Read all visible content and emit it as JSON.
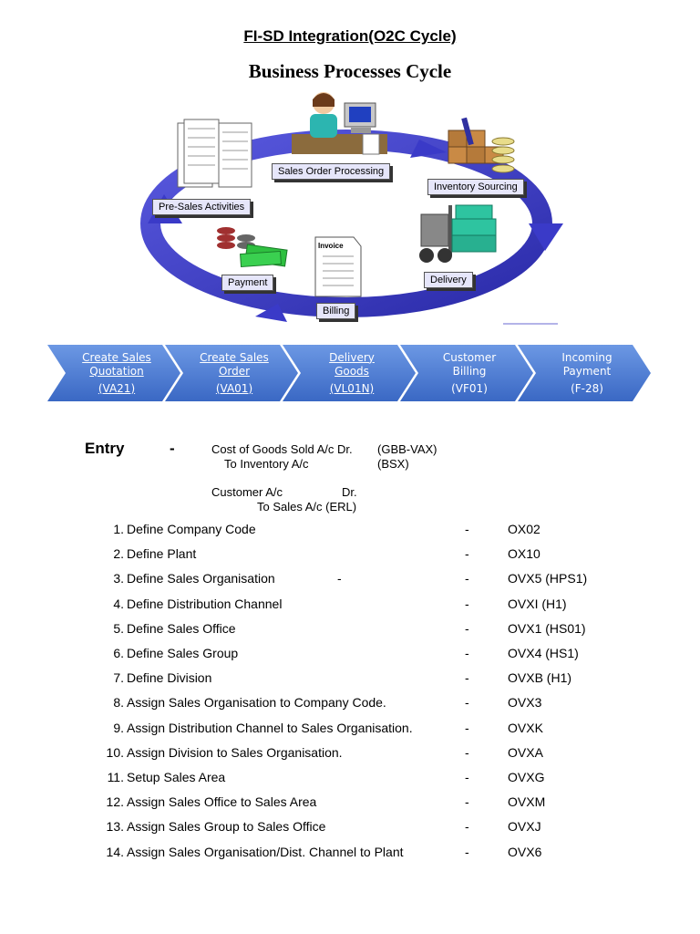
{
  "header": {
    "title": "FI-SD Integration(O2C Cycle)",
    "subtitle": "Business Processes Cycle"
  },
  "diagram": {
    "labels": {
      "sales_order_processing": "Sales Order Processing",
      "inventory_sourcing": "Inventory Sourcing",
      "pre_sales": "Pre-Sales Activities",
      "delivery": "Delivery",
      "payment": "Payment",
      "billing": "Billing",
      "invoice": "Invoice"
    },
    "colors": {
      "arrow": "#3a3ac8",
      "chevron": "#4f7fd4",
      "label_bg": "#e6e6fa"
    }
  },
  "process_flow": [
    {
      "line1": "Create Sales",
      "line2": "Quotation",
      "code": "(VA21)"
    },
    {
      "line1": "Create Sales",
      "line2": "Order",
      "code": "(VA01)"
    },
    {
      "line1": "Delivery",
      "line2": "Goods",
      "code": "(VL01N)"
    },
    {
      "line1": "Customer",
      "line2": "Billing",
      "code": "(VF01)"
    },
    {
      "line1": "Incoming",
      "line2": "Payment",
      "code": "(F-28)"
    }
  ],
  "entry": {
    "label": "Entry",
    "dash": "-",
    "line1_text": "Cost of Goods Sold A/c Dr.",
    "line1_code": "(GBB-VAX)",
    "line2_text": "To Inventory A/c",
    "line2_code": "(BSX)",
    "line3_text": "Customer A/c",
    "line3_dr": "Dr.",
    "line4_text": "To Sales A/c (ERL)"
  },
  "steps": [
    {
      "num": "1.",
      "text": "Define Company Code",
      "dash": "-",
      "code": "OX02"
    },
    {
      "num": "2.",
      "text": "Define Plant",
      "dash": "-",
      "code": "OX10"
    },
    {
      "num": "3.",
      "text": "Define Sales Organisation",
      "extra": "-",
      "dash": "-",
      "code": "OVX5 (HPS1)"
    },
    {
      "num": "4.",
      "text": "Define Distribution Channel",
      "dash": "-",
      "code": "OVXI (H1)"
    },
    {
      "num": "5.",
      "text": "Define Sales Office",
      "dash": "-",
      "code": "OVX1 (HS01)"
    },
    {
      "num": "6.",
      "text": "Define Sales Group",
      "dash": "-",
      "code": "OVX4 (HS1)"
    },
    {
      "num": "7.",
      "text": "Define Division",
      "dash": "-",
      "code": "OVXB (H1)"
    },
    {
      "num": "8.",
      "text": "Assign Sales Organisation to Company Code.",
      "dash": "-",
      "code": "OVX3"
    },
    {
      "num": "9.",
      "text": "Assign Distribution Channel to Sales Organisation.",
      "dash": "-",
      "code": "OVXK"
    },
    {
      "num": "10.",
      "text": "Assign Division to Sales Organisation.",
      "dash": "-",
      "code": "OVXA"
    },
    {
      "num": "11.",
      "text": "Setup Sales Area",
      "dash": "-",
      "code": "OVXG"
    },
    {
      "num": "12.",
      "text": "Assign Sales Office to Sales Area",
      "dash": "-",
      "code": "OVXM"
    },
    {
      "num": "13.",
      "text": "Assign Sales Group to Sales Office",
      "dash": "-",
      "code": "OVXJ"
    },
    {
      "num": "14.",
      "text": "Assign Sales Organisation/Dist. Channel to Plant",
      "dash": "-",
      "code": "OVX6"
    }
  ]
}
